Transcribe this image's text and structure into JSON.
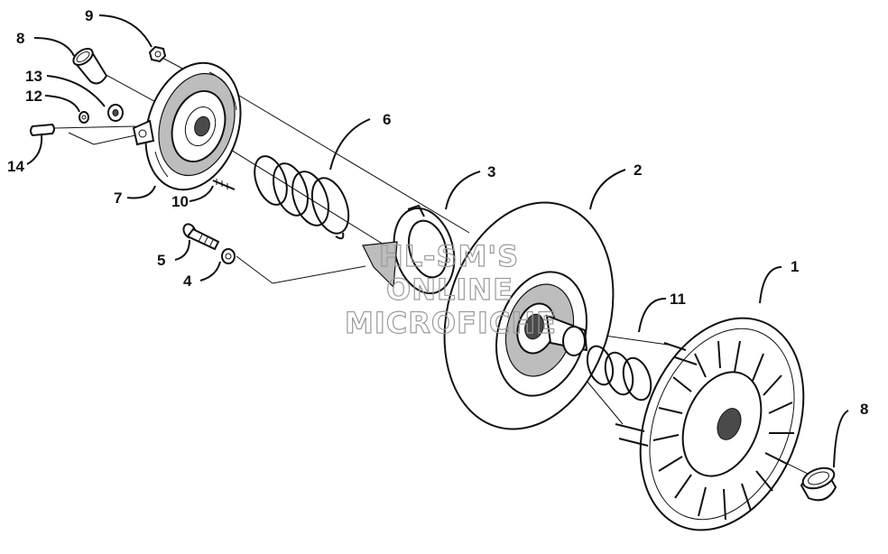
{
  "diagram": {
    "callouts": [
      "1",
      "2",
      "3",
      "4",
      "5",
      "6",
      "7",
      "8",
      "8",
      "9",
      "10",
      "11",
      "12",
      "13",
      "14"
    ],
    "watermark": [
      "HL-SM'S",
      "ONLINE",
      "MICROFICHE"
    ]
  }
}
